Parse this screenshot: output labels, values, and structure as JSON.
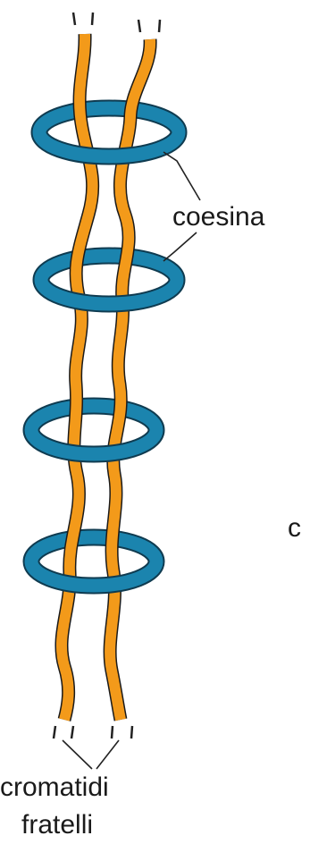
{
  "labels": {
    "cohesin": "coesina",
    "sister_chromatids_line1": "cromatidi",
    "sister_chromatids_line2": "fratelli",
    "cut_off_text": "c"
  },
  "colors": {
    "chromatid": "#F39A1A",
    "chromatid_outline": "#1a1a1a",
    "cohesin_ring": "#1B84AE",
    "cohesin_outline": "#0f3b50",
    "leader_line": "#222222"
  },
  "counts": {
    "cohesin_rings": 4,
    "chromatids": 2
  }
}
